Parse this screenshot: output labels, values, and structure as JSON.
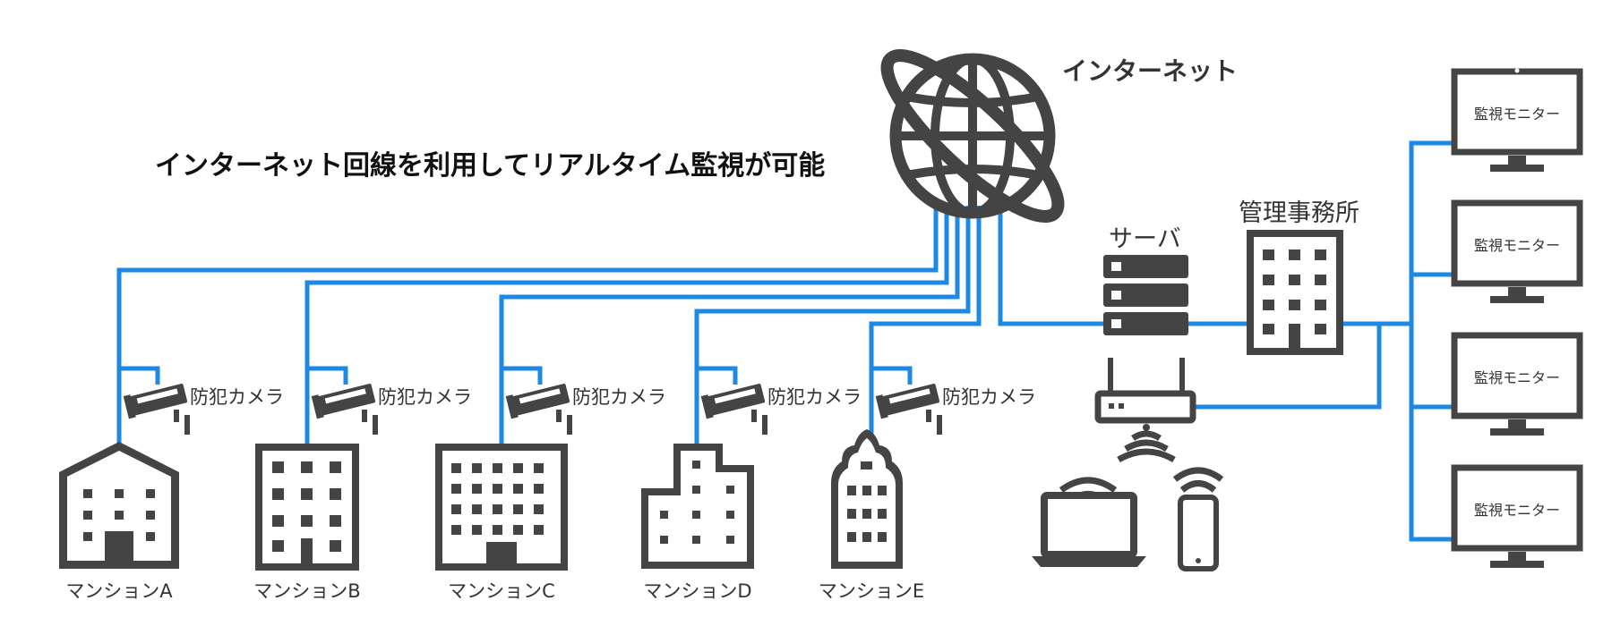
{
  "headline": "インターネット回線を利用してリアルタイム監視が可能",
  "internet_label": "インターネット",
  "server_label": "サーバ",
  "office_label": "管理事務所",
  "camera_label": "防犯カメラ",
  "buildings": [
    "マンションA",
    "マンションB",
    "マンションC",
    "マンションD",
    "マンションE"
  ],
  "monitor_label": "監視モニター",
  "colors": {
    "line": "#1e88e5",
    "icon": "#444444"
  }
}
